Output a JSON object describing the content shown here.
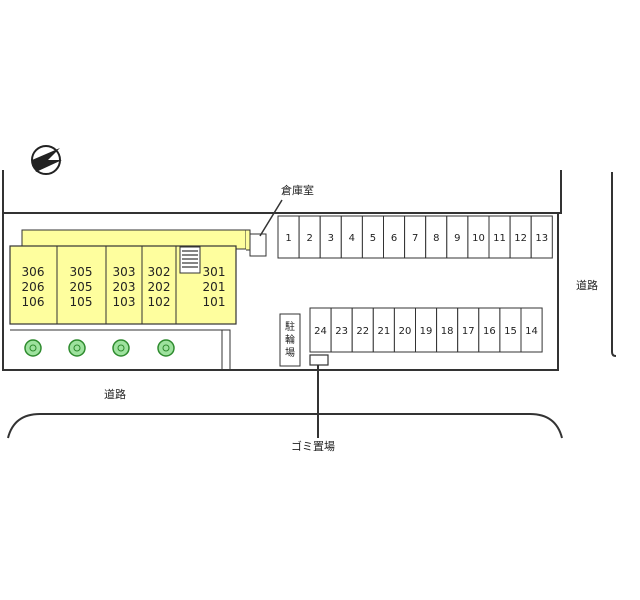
{
  "colors": {
    "building": "#fefe9e",
    "line": "#333333",
    "tree_fill": "#9ee29e",
    "tree_stroke": "#2e8b2e"
  },
  "icons": [
    "north-arrow-icon",
    "tree-icon",
    "staircase-icon"
  ],
  "building": {
    "units": [
      {
        "top": "306",
        "mid": "206",
        "bottom": "106"
      },
      {
        "top": "305",
        "mid": "205",
        "bottom": "105"
      },
      {
        "top": "303",
        "mid": "203",
        "bottom": "103"
      },
      {
        "top": "302",
        "mid": "202",
        "bottom": "102"
      },
      {
        "top": "301",
        "mid": "201",
        "bottom": "101"
      }
    ]
  },
  "labels": {
    "storage": "倉庫室",
    "bicycle": [
      "駐",
      "輪",
      "場"
    ],
    "garbage": "ゴミ置場",
    "road_bottom": "道路",
    "road_right": "道路"
  },
  "parking": {
    "top_row": [
      "1",
      "2",
      "3",
      "4",
      "5",
      "6",
      "7",
      "8",
      "9",
      "10",
      "11",
      "12",
      "13"
    ],
    "bottom_row": [
      "24",
      "23",
      "22",
      "21",
      "20",
      "19",
      "18",
      "17",
      "16",
      "15",
      "14"
    ]
  },
  "trees": 4
}
